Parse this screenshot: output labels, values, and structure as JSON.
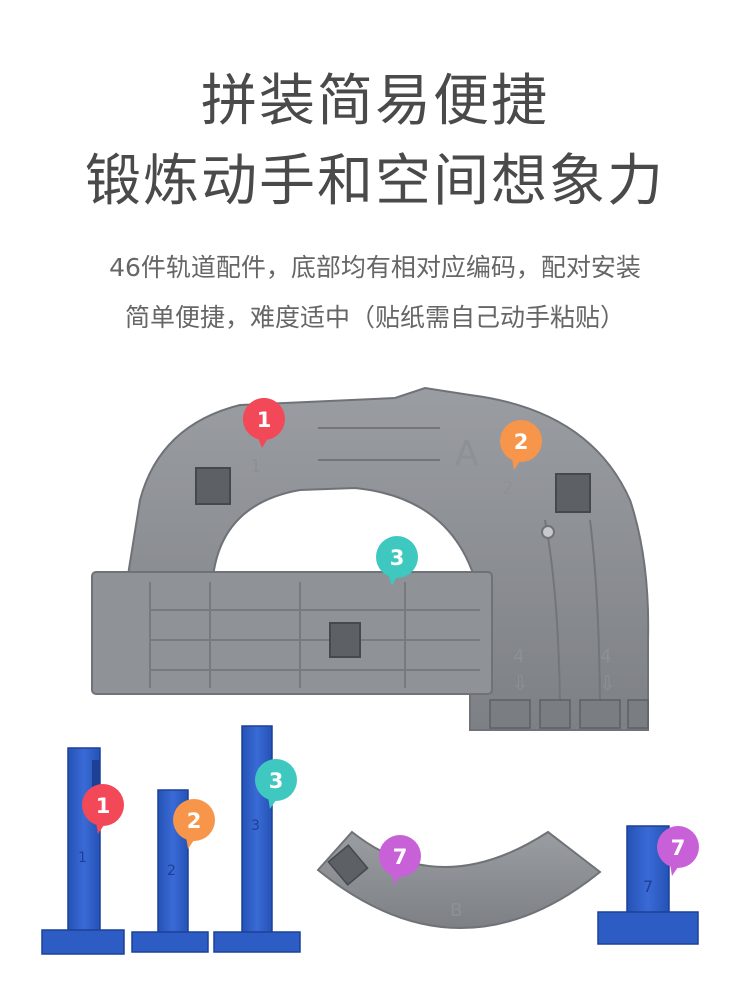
{
  "headline": {
    "line1": "拼装简易便捷",
    "line2": "锻炼动手和空间想象力"
  },
  "description": {
    "line1": "46件轨道配件，底部均有相对应编码，配对安装",
    "line2": "简单便捷，难度适中（贴纸需自己动手粘贴）"
  },
  "badges": {
    "one": "1",
    "two": "2",
    "three": "3",
    "seven": "7"
  },
  "part_markings": {
    "letter_a": "A",
    "letter_b": "B",
    "code_1": "1",
    "code_2": "2",
    "code_4": "4"
  },
  "colors": {
    "badge_red": "#f24858",
    "badge_orange": "#f7954a",
    "badge_teal": "#3ec8bf",
    "badge_purple": "#c860d8",
    "track_gray": "#8c8f94",
    "pillar_blue": "#2f5fc8"
  }
}
